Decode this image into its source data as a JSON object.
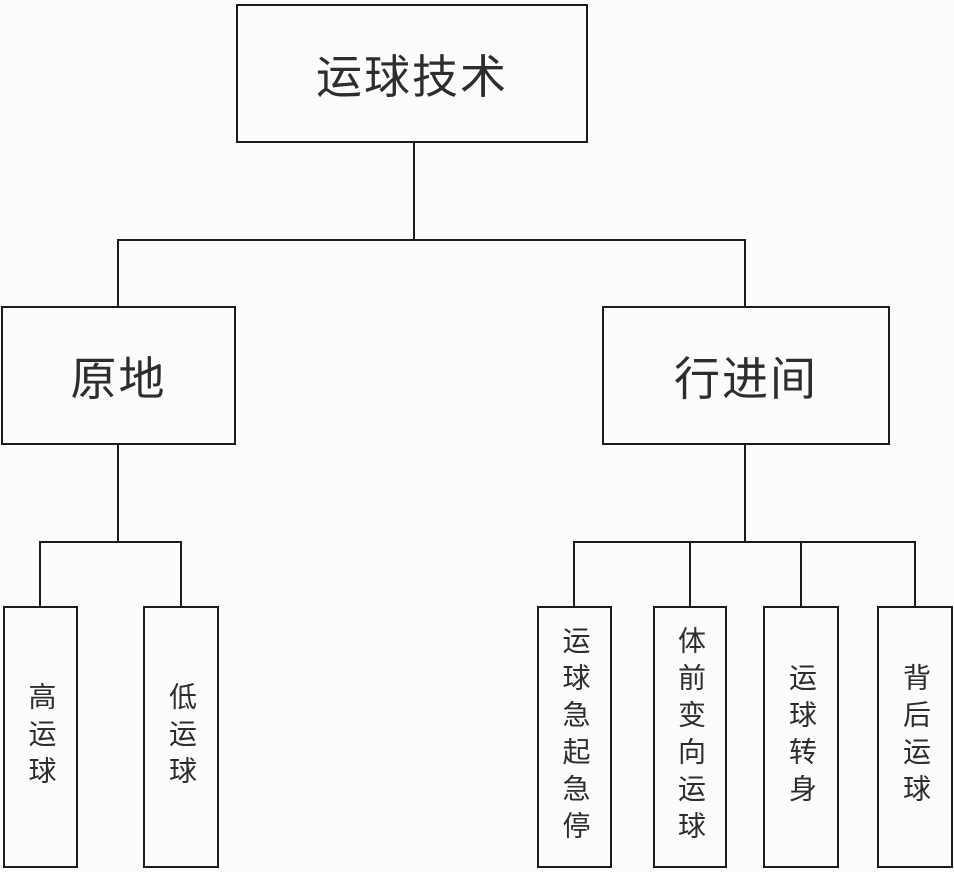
{
  "diagram": {
    "type": "tree-flowchart",
    "topic": "basketball dribbling techniques",
    "background_color": "#fbfbfb",
    "line_color": "#1c1c1c",
    "text_color": "#2d2d2d",
    "nodes": {
      "root": {
        "label": "运球技术",
        "level": 1
      },
      "stationary": {
        "label": "原地",
        "level": 2,
        "parent": "运球技术"
      },
      "moving": {
        "label": "行进间",
        "level": 2,
        "parent": "运球技术"
      },
      "high": {
        "label": "高运球",
        "level": 3,
        "parent": "原地"
      },
      "low": {
        "label": "低运球",
        "level": 3,
        "parent": "原地"
      },
      "start_stop": {
        "label": "运球急起急停",
        "level": 3,
        "parent": "行进间"
      },
      "crossover": {
        "label": "体前变向运球",
        "level": 3,
        "parent": "行进间"
      },
      "spin": {
        "label": "运球转身",
        "level": 3,
        "parent": "行进间"
      },
      "behind_back": {
        "label": "背后运球",
        "level": 3,
        "parent": "行进间"
      }
    }
  }
}
